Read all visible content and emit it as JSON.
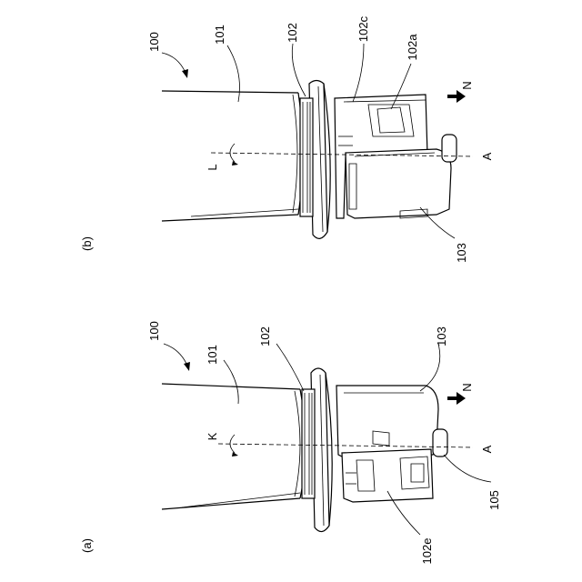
{
  "panel_b": {
    "panel_label": "(b)",
    "labels": {
      "assembly": "100",
      "body": "101",
      "flange": "102",
      "part_c": "102c",
      "part_a": "102a",
      "cap": "103",
      "axis": "A",
      "rotation": "L",
      "direction": "N"
    }
  },
  "panel_a": {
    "panel_label": "(a)",
    "labels": {
      "assembly": "100",
      "body": "101",
      "flange": "102",
      "cap": "103",
      "part_e": "102e",
      "part_105": "105",
      "axis": "A",
      "rotation": "K",
      "direction": "N"
    }
  }
}
